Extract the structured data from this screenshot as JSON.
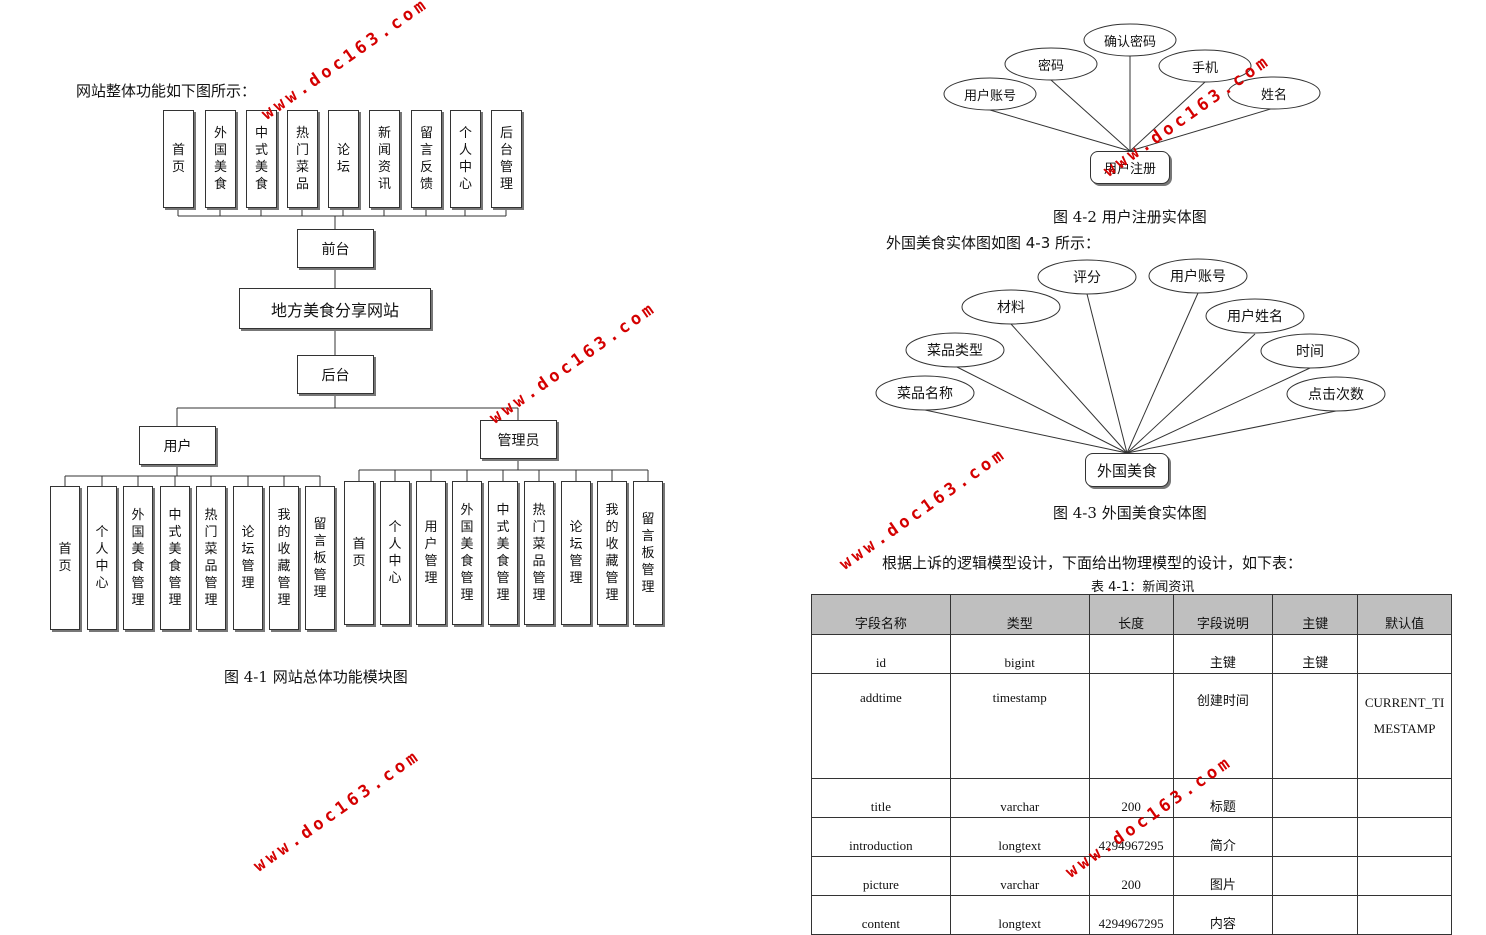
{
  "left": {
    "intro": "网站整体功能如下图所示：",
    "top_modules": [
      "首页",
      "外国美食",
      "中式美食",
      "热门菜品",
      "论坛",
      "新闻资讯",
      "留言反馈",
      "个人中心",
      "后台管理"
    ],
    "front": "前台",
    "root": "地方美食分享网站",
    "back": "后台",
    "user": "用户",
    "admin": "管理员",
    "user_modules": [
      "首页",
      "个人中心",
      "外国美食管理",
      "中式美食管理",
      "热门菜品管理",
      "论坛管理",
      "我的收藏管理",
      "留言板管理"
    ],
    "admin_modules": [
      "首页",
      "个人中心",
      "用户管理",
      "外国美食管理",
      "中式美食管理",
      "热门菜品管理",
      "论坛管理",
      "我的收藏管理",
      "留言板管理"
    ],
    "caption": "图  4-1 网站总体功能模块图"
  },
  "er1": {
    "attrs": [
      "用户账号",
      "密码",
      "确认密码",
      "手机",
      "姓名"
    ],
    "entity": "用户注册",
    "caption": "图 4-2 用户注册实体图"
  },
  "er2": {
    "intro": "外国美食实体图如图 4-3 所示：",
    "attrs": [
      "菜品名称",
      "菜品类型",
      "材料",
      "评分",
      "用户账号",
      "用户姓名",
      "时间",
      "点击次数"
    ],
    "entity": "外国美食",
    "caption": "图 4-3 外国美食实体图"
  },
  "table": {
    "intro": "根据上诉的逻辑模型设计，下面给出物理模型的设计，如下表：",
    "title": "表 4-1：新闻资讯",
    "headers": [
      "字段名称",
      "类型",
      "长度",
      "字段说明",
      "主键",
      "默认值"
    ],
    "rows": [
      [
        "id",
        "bigint",
        "",
        "主键",
        "主键",
        ""
      ],
      [
        "addtime",
        "timestamp",
        "",
        "创建时间",
        "",
        "CURRENT_TIMESTAMP"
      ],
      [
        "title",
        "varchar",
        "200",
        "标题",
        "",
        ""
      ],
      [
        "introduction",
        "longtext",
        "4294967295",
        "简介",
        "",
        ""
      ],
      [
        "picture",
        "varchar",
        "200",
        "图片",
        "",
        ""
      ],
      [
        "content",
        "longtext",
        "4294967295",
        "内容",
        "",
        ""
      ]
    ]
  },
  "watermark": "www.doc163.com",
  "colors": {
    "watermark": "#d40000",
    "header_bg": "#bfbfbf"
  }
}
